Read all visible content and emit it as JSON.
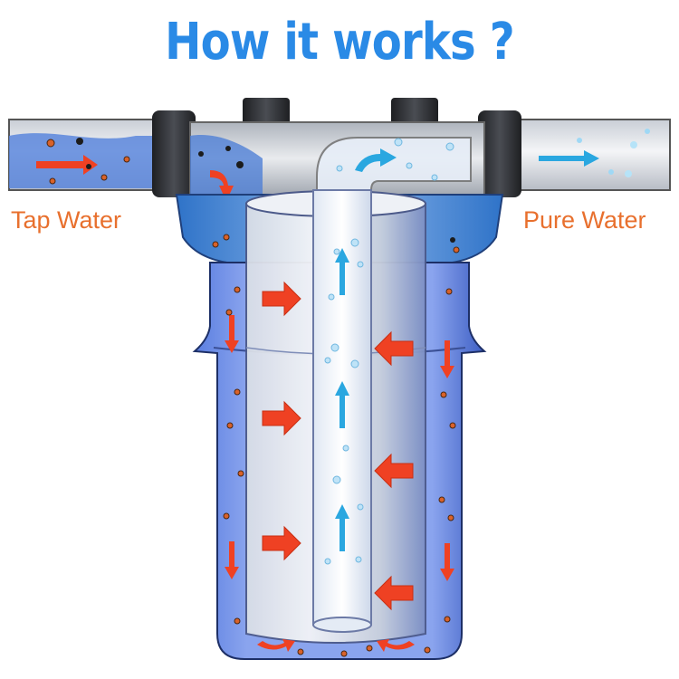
{
  "title": "How it works ?",
  "labels": {
    "inlet": "Tap Water",
    "outlet": "Pure Water"
  },
  "colors": {
    "title": "#2a8ae6",
    "label": "#e8702e",
    "inflow_arrow": "#ef4123",
    "outflow_arrow": "#2aa7e0",
    "housing_water": "#6f8fe8",
    "pipe": "#d9dde3",
    "connector": "#2f3136"
  },
  "icons": [
    "inflow-arrow-icon",
    "outflow-arrow-icon",
    "sediment-particle-icon",
    "water-bubble-icon"
  ]
}
